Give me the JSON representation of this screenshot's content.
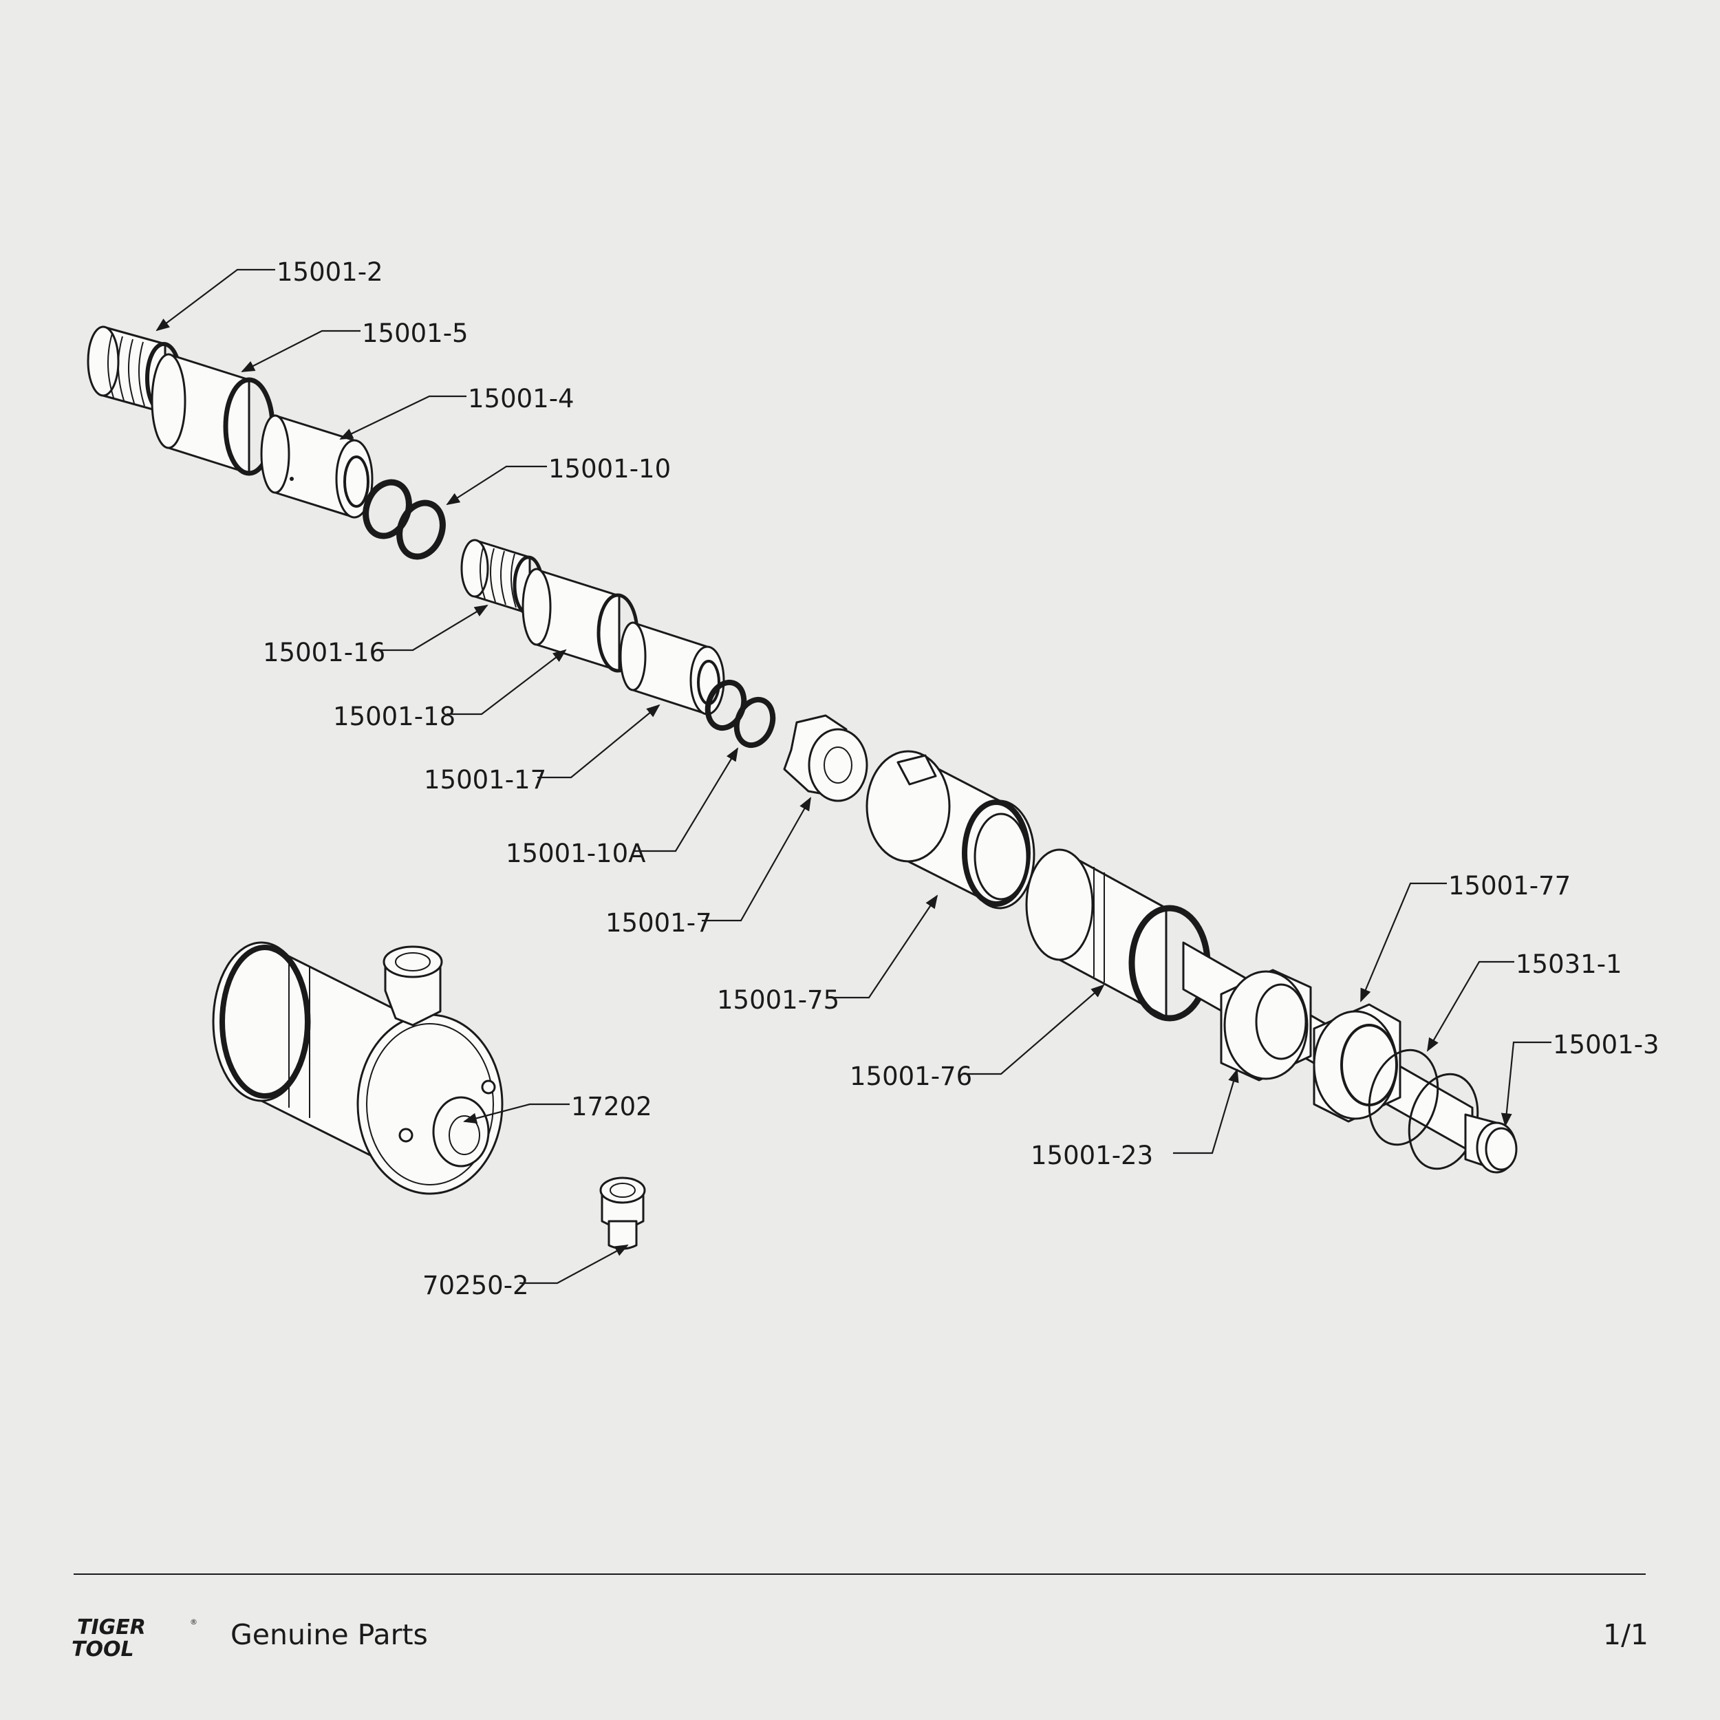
{
  "brand": {
    "logo_text_line1": "TIGER",
    "logo_text_line2": "TOOL",
    "registered_mark": "®"
  },
  "footer": {
    "caption": "Genuine Parts",
    "page": "1/1"
  },
  "callouts": [
    {
      "part": "15001-2"
    },
    {
      "part": "15001-5"
    },
    {
      "part": "15001-4"
    },
    {
      "part": "15001-10"
    },
    {
      "part": "15001-16"
    },
    {
      "part": "15001-18"
    },
    {
      "part": "15001-17"
    },
    {
      "part": "15001-10A"
    },
    {
      "part": "15001-7"
    },
    {
      "part": "15001-75"
    },
    {
      "part": "15001-76"
    },
    {
      "part": "15001-77"
    },
    {
      "part": "15031-1"
    },
    {
      "part": "15001-3"
    },
    {
      "part": "15001-23"
    },
    {
      "part": "17202"
    },
    {
      "part": "70250-2"
    }
  ],
  "colors": {
    "background": "#ebebea",
    "line": "#1a1a1a",
    "part_fill": "#fbfbfa"
  }
}
